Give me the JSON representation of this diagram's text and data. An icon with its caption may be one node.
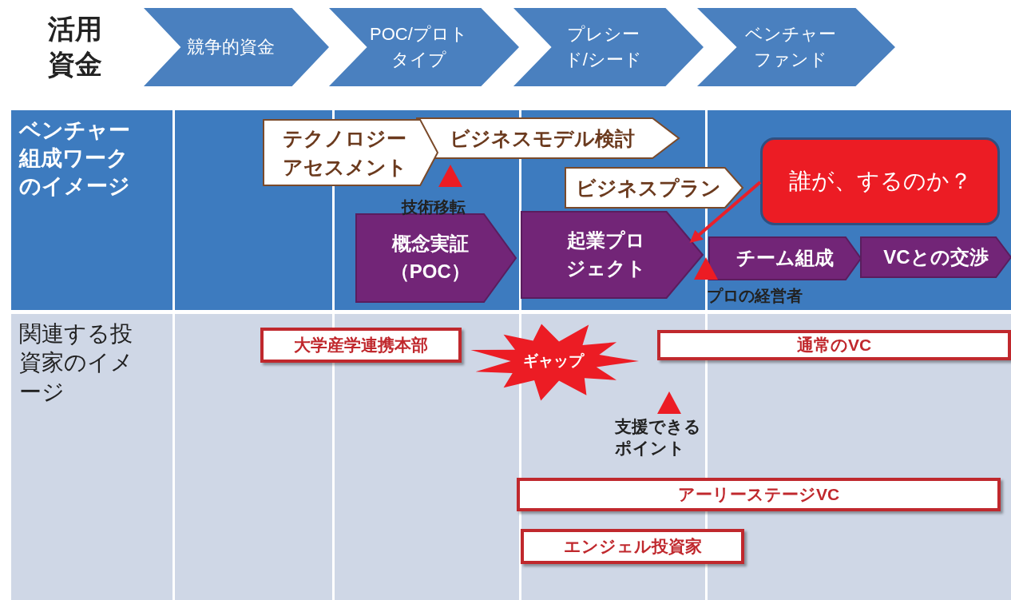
{
  "diagram": {
    "nodes": [
      {
        "text": [
          "競争的資金"
        ]
      },
      {
        "text": [
          "POC/プロトタイプ"
        ]
      },
      {
        "text": [
          "プレシード/シード"
        ]
      },
      {
        "text": [
          "ベンチャーファンド"
        ]
      },
      {
        "text": [
          "テクノロジーアセスメント"
        ]
      },
      {
        "text": [
          "ビジネスモデル検討"
        ]
      },
      {
        "text": [
          "ビジネスプラン"
        ]
      },
      {
        "text": [
          "誰が、するのか？"
        ]
      },
      {
        "text": [
          "概念実証（POC）"
        ]
      },
      {
        "text": [
          "起業プロジェクト"
        ]
      },
      {
        "text": [
          "チーム組成"
        ]
      },
      {
        "text": [
          "VCとの交渉"
        ]
      },
      {
        "text": [
          "大学産学連携本部"
        ]
      },
      {
        "text": [
          "ギャップ"
        ]
      },
      {
        "text": [
          "通常のVC"
        ]
      },
      {
        "text": [
          "アーリーステージVC"
        ]
      },
      {
        "text": [
          "エンジェル投資家"
        ]
      }
    ],
    "edges": [
      {
        "from": 7,
        "to": 9,
        "arrow": "to"
      }
    ],
    "labels": [
      "活用資金",
      "ベンチャー組成ワークのイメージ",
      "技術移転",
      "プロの経営者",
      "関連する投資家のイメージ",
      "支援できるポイント"
    ]
  }
}
